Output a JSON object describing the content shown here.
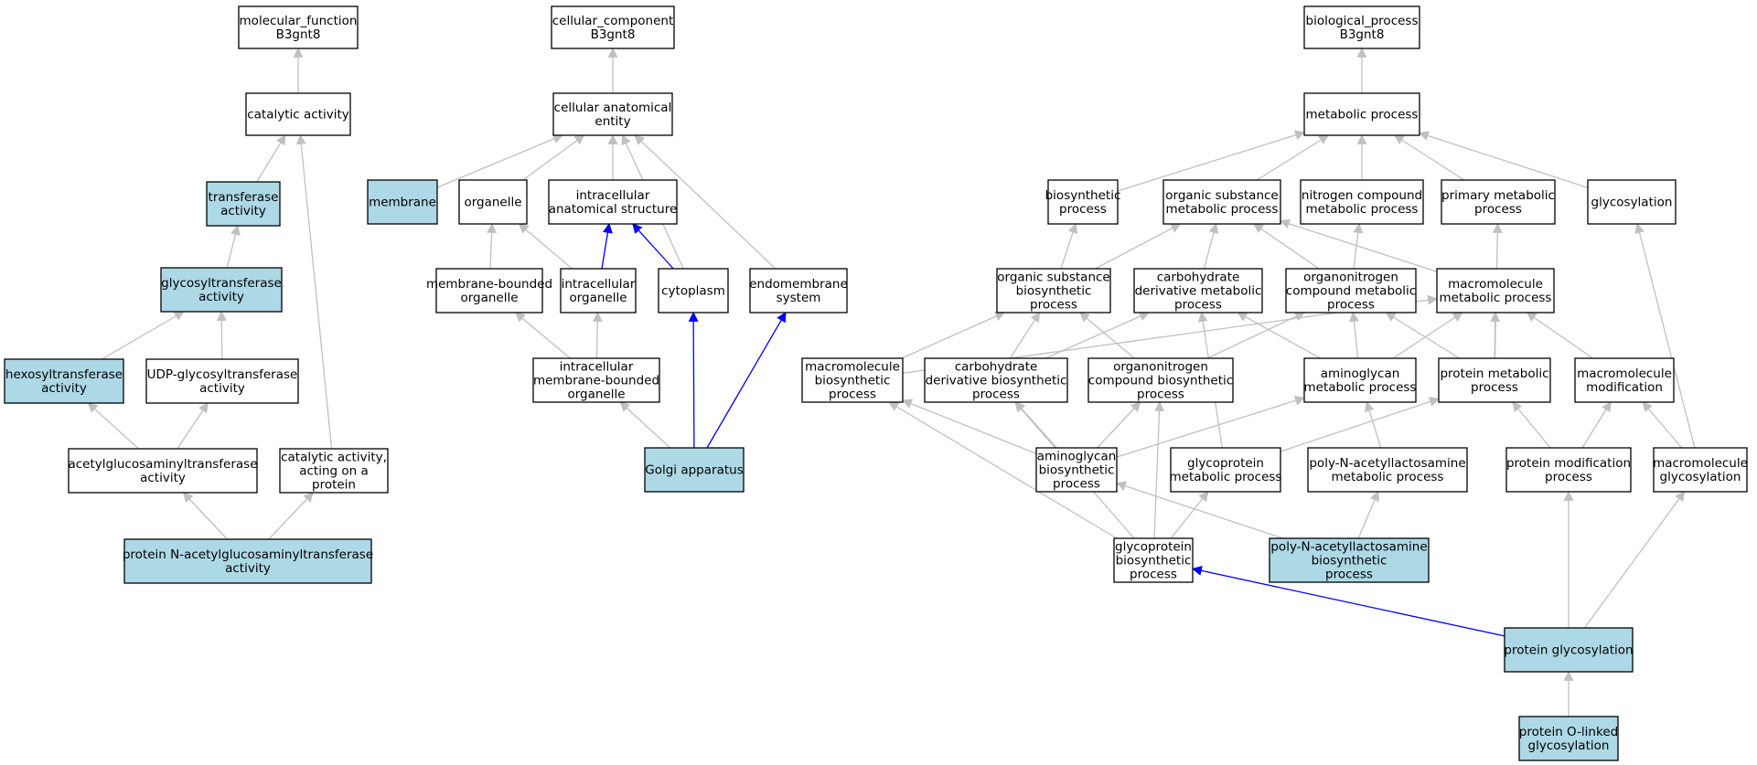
{
  "colors": {
    "highlight_fill": "#add8e6",
    "plain_fill": "#ffffff",
    "edge_gray": "#c0c0c0",
    "edge_blue": "#0000ff"
  },
  "nodes": [
    {
      "id": "mf_root",
      "lines": [
        "molecular_function",
        "B3gnt8"
      ],
      "highlight": false
    },
    {
      "id": "catalytic",
      "lines": [
        "catalytic activity"
      ],
      "highlight": false
    },
    {
      "id": "transferase",
      "lines": [
        "transferase",
        "activity"
      ],
      "highlight": true
    },
    {
      "id": "glycosyltransferase",
      "lines": [
        "glycosyltransferase",
        "activity"
      ],
      "highlight": true
    },
    {
      "id": "hexosyltransferase",
      "lines": [
        "hexosyltransferase",
        "activity"
      ],
      "highlight": true
    },
    {
      "id": "udp_glyco",
      "lines": [
        "UDP-glycosyltransferase",
        "activity"
      ],
      "highlight": false
    },
    {
      "id": "acetylglucosaminyl",
      "lines": [
        "acetylglucosaminyltransferase",
        "activity"
      ],
      "highlight": false
    },
    {
      "id": "catalytic_protein",
      "lines": [
        "catalytic activity,",
        "acting on a",
        "protein"
      ],
      "highlight": false
    },
    {
      "id": "protein_nacetyl",
      "lines": [
        "protein N-acetylglucosaminyltransferase",
        "activity"
      ],
      "highlight": true
    },
    {
      "id": "cc_root",
      "lines": [
        "cellular_component",
        "B3gnt8"
      ],
      "highlight": false
    },
    {
      "id": "cell_anat",
      "lines": [
        "cellular anatomical",
        "entity"
      ],
      "highlight": false
    },
    {
      "id": "membrane",
      "lines": [
        "membrane"
      ],
      "highlight": true
    },
    {
      "id": "organelle",
      "lines": [
        "organelle"
      ],
      "highlight": false
    },
    {
      "id": "intra_anat",
      "lines": [
        "intracellular",
        "anatomical structure"
      ],
      "highlight": false
    },
    {
      "id": "mem_bounded",
      "lines": [
        "membrane-bounded",
        "organelle"
      ],
      "highlight": false
    },
    {
      "id": "intra_org",
      "lines": [
        "intracellular",
        "organelle"
      ],
      "highlight": false
    },
    {
      "id": "cytoplasm",
      "lines": [
        "cytoplasm"
      ],
      "highlight": false
    },
    {
      "id": "endomembrane",
      "lines": [
        "endomembrane",
        "system"
      ],
      "highlight": false
    },
    {
      "id": "intra_mem_bounded",
      "lines": [
        "intracellular",
        "membrane-bounded",
        "organelle"
      ],
      "highlight": false
    },
    {
      "id": "golgi",
      "lines": [
        "Golgi apparatus"
      ],
      "highlight": true
    },
    {
      "id": "bp_root",
      "lines": [
        "biological_process",
        "B3gnt8"
      ],
      "highlight": false
    },
    {
      "id": "metabolic",
      "lines": [
        "metabolic process"
      ],
      "highlight": false
    },
    {
      "id": "biosynthetic",
      "lines": [
        "biosynthetic",
        "process"
      ],
      "highlight": false
    },
    {
      "id": "org_sub_met",
      "lines": [
        "organic substance",
        "metabolic process"
      ],
      "highlight": false
    },
    {
      "id": "nitrogen_met",
      "lines": [
        "nitrogen compound",
        "metabolic process"
      ],
      "highlight": false
    },
    {
      "id": "primary_met",
      "lines": [
        "primary metabolic",
        "process"
      ],
      "highlight": false
    },
    {
      "id": "glycosylation",
      "lines": [
        "glycosylation"
      ],
      "highlight": false
    },
    {
      "id": "org_sub_bio",
      "lines": [
        "organic substance",
        "biosynthetic",
        "process"
      ],
      "highlight": false
    },
    {
      "id": "carb_deriv_met",
      "lines": [
        "carbohydrate",
        "derivative metabolic",
        "process"
      ],
      "highlight": false
    },
    {
      "id": "organonit_met",
      "lines": [
        "organonitrogen",
        "compound metabolic",
        "process"
      ],
      "highlight": false
    },
    {
      "id": "macro_met",
      "lines": [
        "macromolecule",
        "metabolic process"
      ],
      "highlight": false
    },
    {
      "id": "macro_bio",
      "lines": [
        "macromolecule",
        "biosynthetic",
        "process"
      ],
      "highlight": false
    },
    {
      "id": "carb_deriv_bio",
      "lines": [
        "carbohydrate",
        "derivative biosynthetic",
        "process"
      ],
      "highlight": false
    },
    {
      "id": "organonit_bio",
      "lines": [
        "organonitrogen",
        "compound biosynthetic",
        "process"
      ],
      "highlight": false
    },
    {
      "id": "aminoglycan_met",
      "lines": [
        "aminoglycan",
        "metabolic process"
      ],
      "highlight": false
    },
    {
      "id": "protein_met",
      "lines": [
        "protein metabolic",
        "process"
      ],
      "highlight": false
    },
    {
      "id": "macro_mod",
      "lines": [
        "macromolecule",
        "modification"
      ],
      "highlight": false
    },
    {
      "id": "aminoglycan_bio",
      "lines": [
        "aminoglycan",
        "biosynthetic",
        "process"
      ],
      "highlight": false
    },
    {
      "id": "glycoprotein_met",
      "lines": [
        "glycoprotein",
        "metabolic process"
      ],
      "highlight": false
    },
    {
      "id": "polyN_met",
      "lines": [
        "poly-N-acetyllactosamine",
        "metabolic process"
      ],
      "highlight": false
    },
    {
      "id": "protein_mod",
      "lines": [
        "protein modification",
        "process"
      ],
      "highlight": false
    },
    {
      "id": "macro_glyco",
      "lines": [
        "macromolecule",
        "glycosylation"
      ],
      "highlight": false
    },
    {
      "id": "glycoprotein_bio",
      "lines": [
        "glycoprotein",
        "biosynthetic",
        "process"
      ],
      "highlight": false
    },
    {
      "id": "polyN_bio",
      "lines": [
        "poly-N-acetyllactosamine",
        "biosynthetic",
        "process"
      ],
      "highlight": true
    },
    {
      "id": "protein_glyco",
      "lines": [
        "protein glycosylation"
      ],
      "highlight": true
    },
    {
      "id": "protein_olinked",
      "lines": [
        "protein O-linked",
        "glycosylation"
      ],
      "highlight": true
    }
  ],
  "edges": [
    {
      "from": "catalytic",
      "to": "mf_root"
    },
    {
      "from": "transferase",
      "to": "catalytic"
    },
    {
      "from": "catalytic_protein",
      "to": "catalytic"
    },
    {
      "from": "glycosyltransferase",
      "to": "transferase"
    },
    {
      "from": "hexosyltransferase",
      "to": "glycosyltransferase"
    },
    {
      "from": "udp_glyco",
      "to": "glycosyltransferase"
    },
    {
      "from": "acetylglucosaminyl",
      "to": "hexosyltransferase"
    },
    {
      "from": "acetylglucosaminyl",
      "to": "udp_glyco"
    },
    {
      "from": "protein_nacetyl",
      "to": "acetylglucosaminyl"
    },
    {
      "from": "protein_nacetyl",
      "to": "catalytic_protein"
    },
    {
      "from": "cell_anat",
      "to": "cc_root"
    },
    {
      "from": "membrane",
      "to": "cell_anat"
    },
    {
      "from": "organelle",
      "to": "cell_anat"
    },
    {
      "from": "intra_anat",
      "to": "cell_anat"
    },
    {
      "from": "cytoplasm",
      "to": "cell_anat"
    },
    {
      "from": "endomembrane",
      "to": "cell_anat"
    },
    {
      "from": "mem_bounded",
      "to": "organelle"
    },
    {
      "from": "intra_org",
      "to": "organelle"
    },
    {
      "from": "intra_org",
      "to": "intra_anat",
      "blue": true
    },
    {
      "from": "cytoplasm",
      "to": "intra_anat",
      "blue": true
    },
    {
      "from": "intra_mem_bounded",
      "to": "mem_bounded"
    },
    {
      "from": "intra_mem_bounded",
      "to": "intra_org"
    },
    {
      "from": "golgi",
      "to": "intra_mem_bounded"
    },
    {
      "from": "golgi",
      "to": "cytoplasm",
      "blue": true
    },
    {
      "from": "golgi",
      "to": "endomembrane",
      "blue": true
    },
    {
      "from": "metabolic",
      "to": "bp_root"
    },
    {
      "from": "biosynthetic",
      "to": "metabolic"
    },
    {
      "from": "org_sub_met",
      "to": "metabolic"
    },
    {
      "from": "nitrogen_met",
      "to": "metabolic"
    },
    {
      "from": "primary_met",
      "to": "metabolic"
    },
    {
      "from": "glycosylation",
      "to": "metabolic"
    },
    {
      "from": "org_sub_bio",
      "to": "biosynthetic"
    },
    {
      "from": "org_sub_bio",
      "to": "org_sub_met"
    },
    {
      "from": "carb_deriv_met",
      "to": "org_sub_met"
    },
    {
      "from": "organonit_met",
      "to": "org_sub_met"
    },
    {
      "from": "organonit_met",
      "to": "nitrogen_met"
    },
    {
      "from": "macro_met",
      "to": "org_sub_met"
    },
    {
      "from": "macro_bio",
      "to": "org_sub_bio"
    },
    {
      "from": "macro_bio",
      "to": "macro_met"
    },
    {
      "from": "carb_deriv_bio",
      "to": "org_sub_bio"
    },
    {
      "from": "carb_deriv_bio",
      "to": "carb_deriv_met"
    },
    {
      "from": "organonit_bio",
      "to": "org_sub_bio"
    },
    {
      "from": "organonit_bio",
      "to": "organonit_met"
    },
    {
      "from": "aminoglycan_met",
      "to": "carb_deriv_met"
    },
    {
      "from": "aminoglycan_met",
      "to": "organonit_met"
    },
    {
      "from": "aminoglycan_met",
      "to": "macro_met"
    },
    {
      "from": "protein_met",
      "to": "organonit_met"
    },
    {
      "from": "protein_met",
      "to": "macro_met"
    },
    {
      "from": "protein_met",
      "to": "primary_met"
    },
    {
      "from": "macro_mod",
      "to": "macro_met"
    },
    {
      "from": "aminoglycan_bio",
      "to": "macro_bio"
    },
    {
      "from": "aminoglycan_bio",
      "to": "carb_deriv_bio"
    },
    {
      "from": "aminoglycan_bio",
      "to": "organonit_bio"
    },
    {
      "from": "aminoglycan_bio",
      "to": "aminoglycan_met"
    },
    {
      "from": "glycoprotein_met",
      "to": "carb_deriv_met"
    },
    {
      "from": "glycoprotein_met",
      "to": "protein_met"
    },
    {
      "from": "polyN_met",
      "to": "aminoglycan_met"
    },
    {
      "from": "protein_mod",
      "to": "protein_met"
    },
    {
      "from": "protein_mod",
      "to": "macro_mod"
    },
    {
      "from": "macro_glyco",
      "to": "macro_mod"
    },
    {
      "from": "macro_glyco",
      "to": "glycosylation"
    },
    {
      "from": "glycoprotein_bio",
      "to": "macro_bio"
    },
    {
      "from": "glycoprotein_bio",
      "to": "carb_deriv_bio"
    },
    {
      "from": "glycoprotein_bio",
      "to": "organonit_bio"
    },
    {
      "from": "glycoprotein_bio",
      "to": "glycoprotein_met"
    },
    {
      "from": "polyN_bio",
      "to": "aminoglycan_bio"
    },
    {
      "from": "polyN_bio",
      "to": "polyN_met"
    },
    {
      "from": "protein_glyco",
      "to": "glycoprotein_bio",
      "blue": true
    },
    {
      "from": "protein_glyco",
      "to": "protein_mod"
    },
    {
      "from": "protein_glyco",
      "to": "macro_glyco"
    },
    {
      "from": "protein_olinked",
      "to": "protein_glyco"
    }
  ]
}
